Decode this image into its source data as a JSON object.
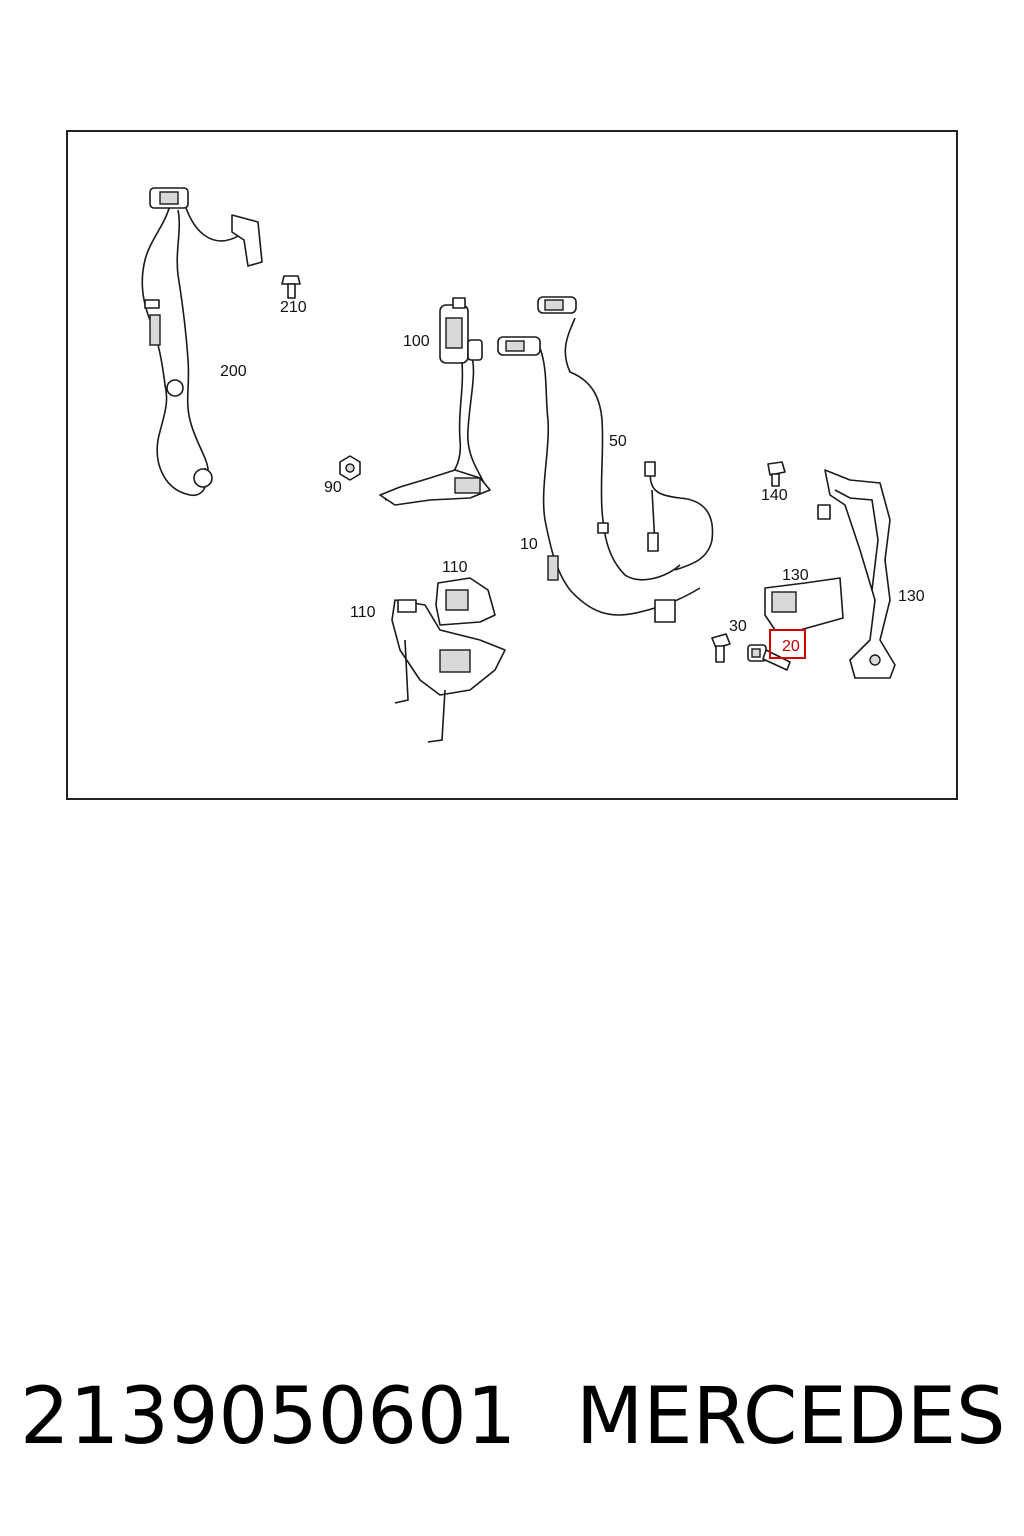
{
  "callouts": {
    "c10": "10",
    "c20": "20",
    "c30": "30",
    "c50": "50",
    "c90": "90",
    "c100": "100",
    "c110a": "110",
    "c110b": "110",
    "c130a": "130",
    "c130b": "130",
    "c140": "140",
    "c200": "200",
    "c210": "210"
  },
  "highlighted_callout": "20",
  "highlight_color": "#d00000",
  "footer": {
    "part_number": "2139050601",
    "brand": "MERCEDES"
  }
}
